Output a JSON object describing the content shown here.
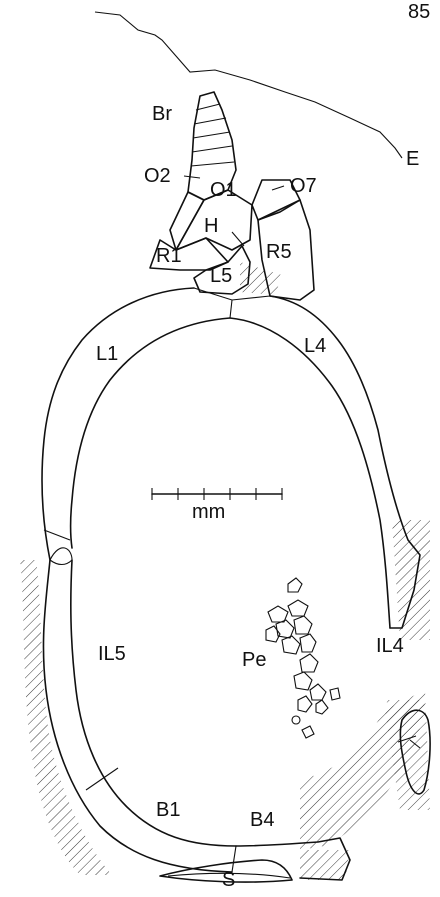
{
  "page_number": "85",
  "labels": {
    "br": "Br",
    "e": "E",
    "o2": "O2",
    "o1": "O1",
    "o7": "O7",
    "h": "H",
    "r1": "R1",
    "r5": "R5",
    "l5": "L5",
    "l1": "L1",
    "l4": "L4",
    "il5": "IL5",
    "il4": "IL4",
    "pe": "Pe",
    "b1": "B1",
    "b4": "B4",
    "s": "S"
  },
  "scale_bar": {
    "unit_label": "mm",
    "divisions": 5
  }
}
